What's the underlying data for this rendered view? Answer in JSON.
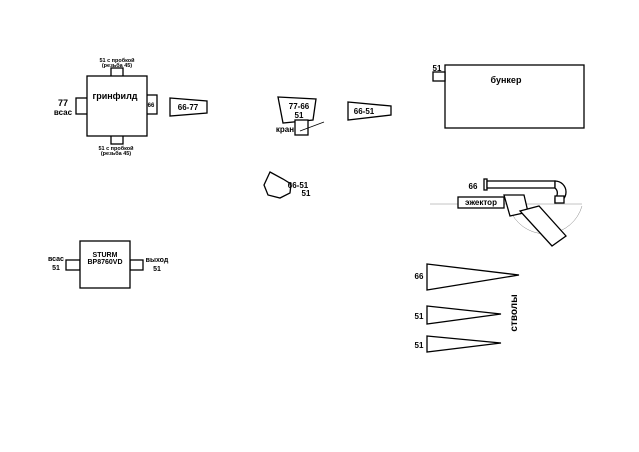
{
  "grinfild": {
    "title": "гринфилд",
    "top_label_line1": "51 с пробкой",
    "top_label_line2": "(резьба 45)",
    "bottom_label_line1": "51 с пробкой",
    "bottom_label_line2": "(резьба 45)",
    "left_size": "77",
    "left_label": "всас",
    "right_port": "66"
  },
  "reducer_66_77": "66-77",
  "valve": {
    "line1": "77-66",
    "line2": "51",
    "kran_label": "кран"
  },
  "reducer_66_51": "66-51",
  "wye": {
    "line1": "66-51",
    "line2": "51"
  },
  "bunker": {
    "title": "бункер",
    "port": "51"
  },
  "ejector": {
    "title": "эжектор",
    "port": "66"
  },
  "sturm": {
    "line1": "STURM",
    "line2": "BP8760VD",
    "inlet_label": "всас",
    "inlet_size": "51",
    "outlet_label": "выход",
    "outlet_size": "51"
  },
  "nozzles": {
    "label": "стволы",
    "items": [
      {
        "size": "66"
      },
      {
        "size": "51"
      },
      {
        "size": "51"
      }
    ]
  }
}
